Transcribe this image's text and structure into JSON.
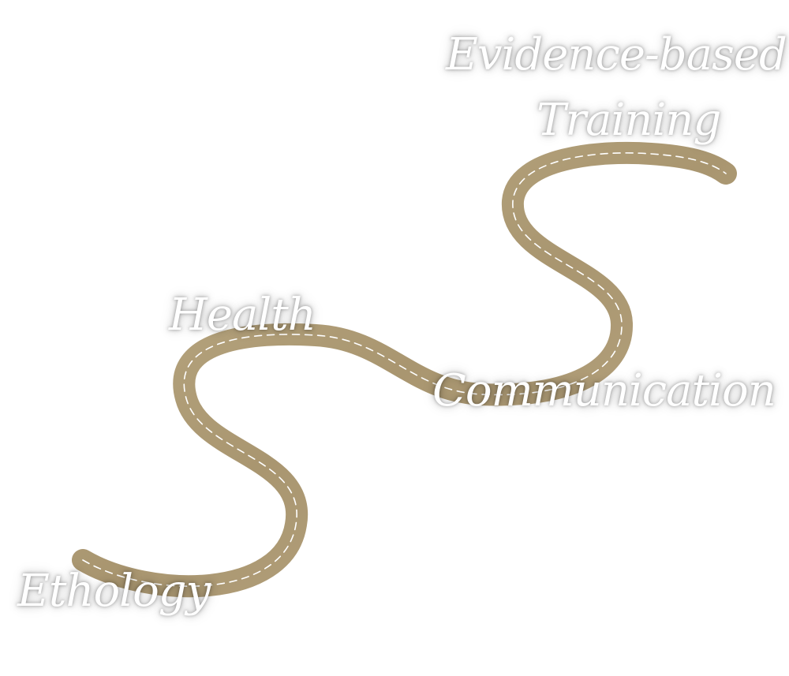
{
  "colors": {
    "road": "#b3a07a",
    "road_dark": "#9f8c66",
    "dash": "#ffffff",
    "label": "#ffffff"
  },
  "stages": [
    {
      "label": "Ethology"
    },
    {
      "label": "Health"
    },
    {
      "label": "Communication"
    },
    {
      "label_line1": "Evidence-based",
      "label_line2": "Training"
    }
  ]
}
